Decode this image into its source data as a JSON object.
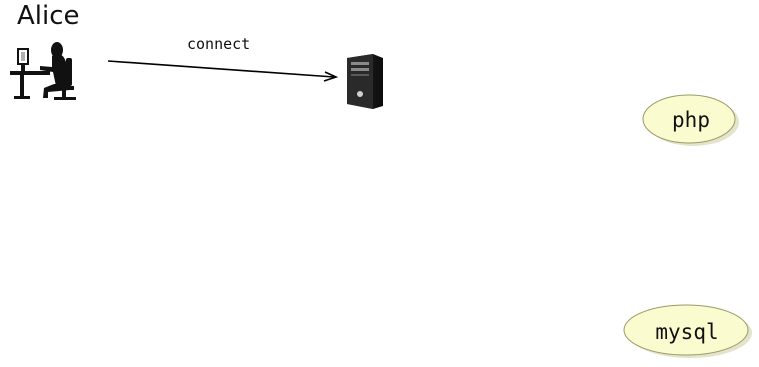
{
  "actor": {
    "name": "Alice",
    "icon": "person-at-computer-icon"
  },
  "edge": {
    "label": "connect",
    "from": "Alice",
    "to": "server"
  },
  "server": {
    "icon": "server-tower-icon"
  },
  "nodes": [
    {
      "id": "php",
      "label": "php"
    },
    {
      "id": "mysql",
      "label": "mysql"
    }
  ],
  "colors": {
    "node_fill": "#fbfbd0",
    "node_stroke": "#9a9a66",
    "line": "#000000"
  }
}
